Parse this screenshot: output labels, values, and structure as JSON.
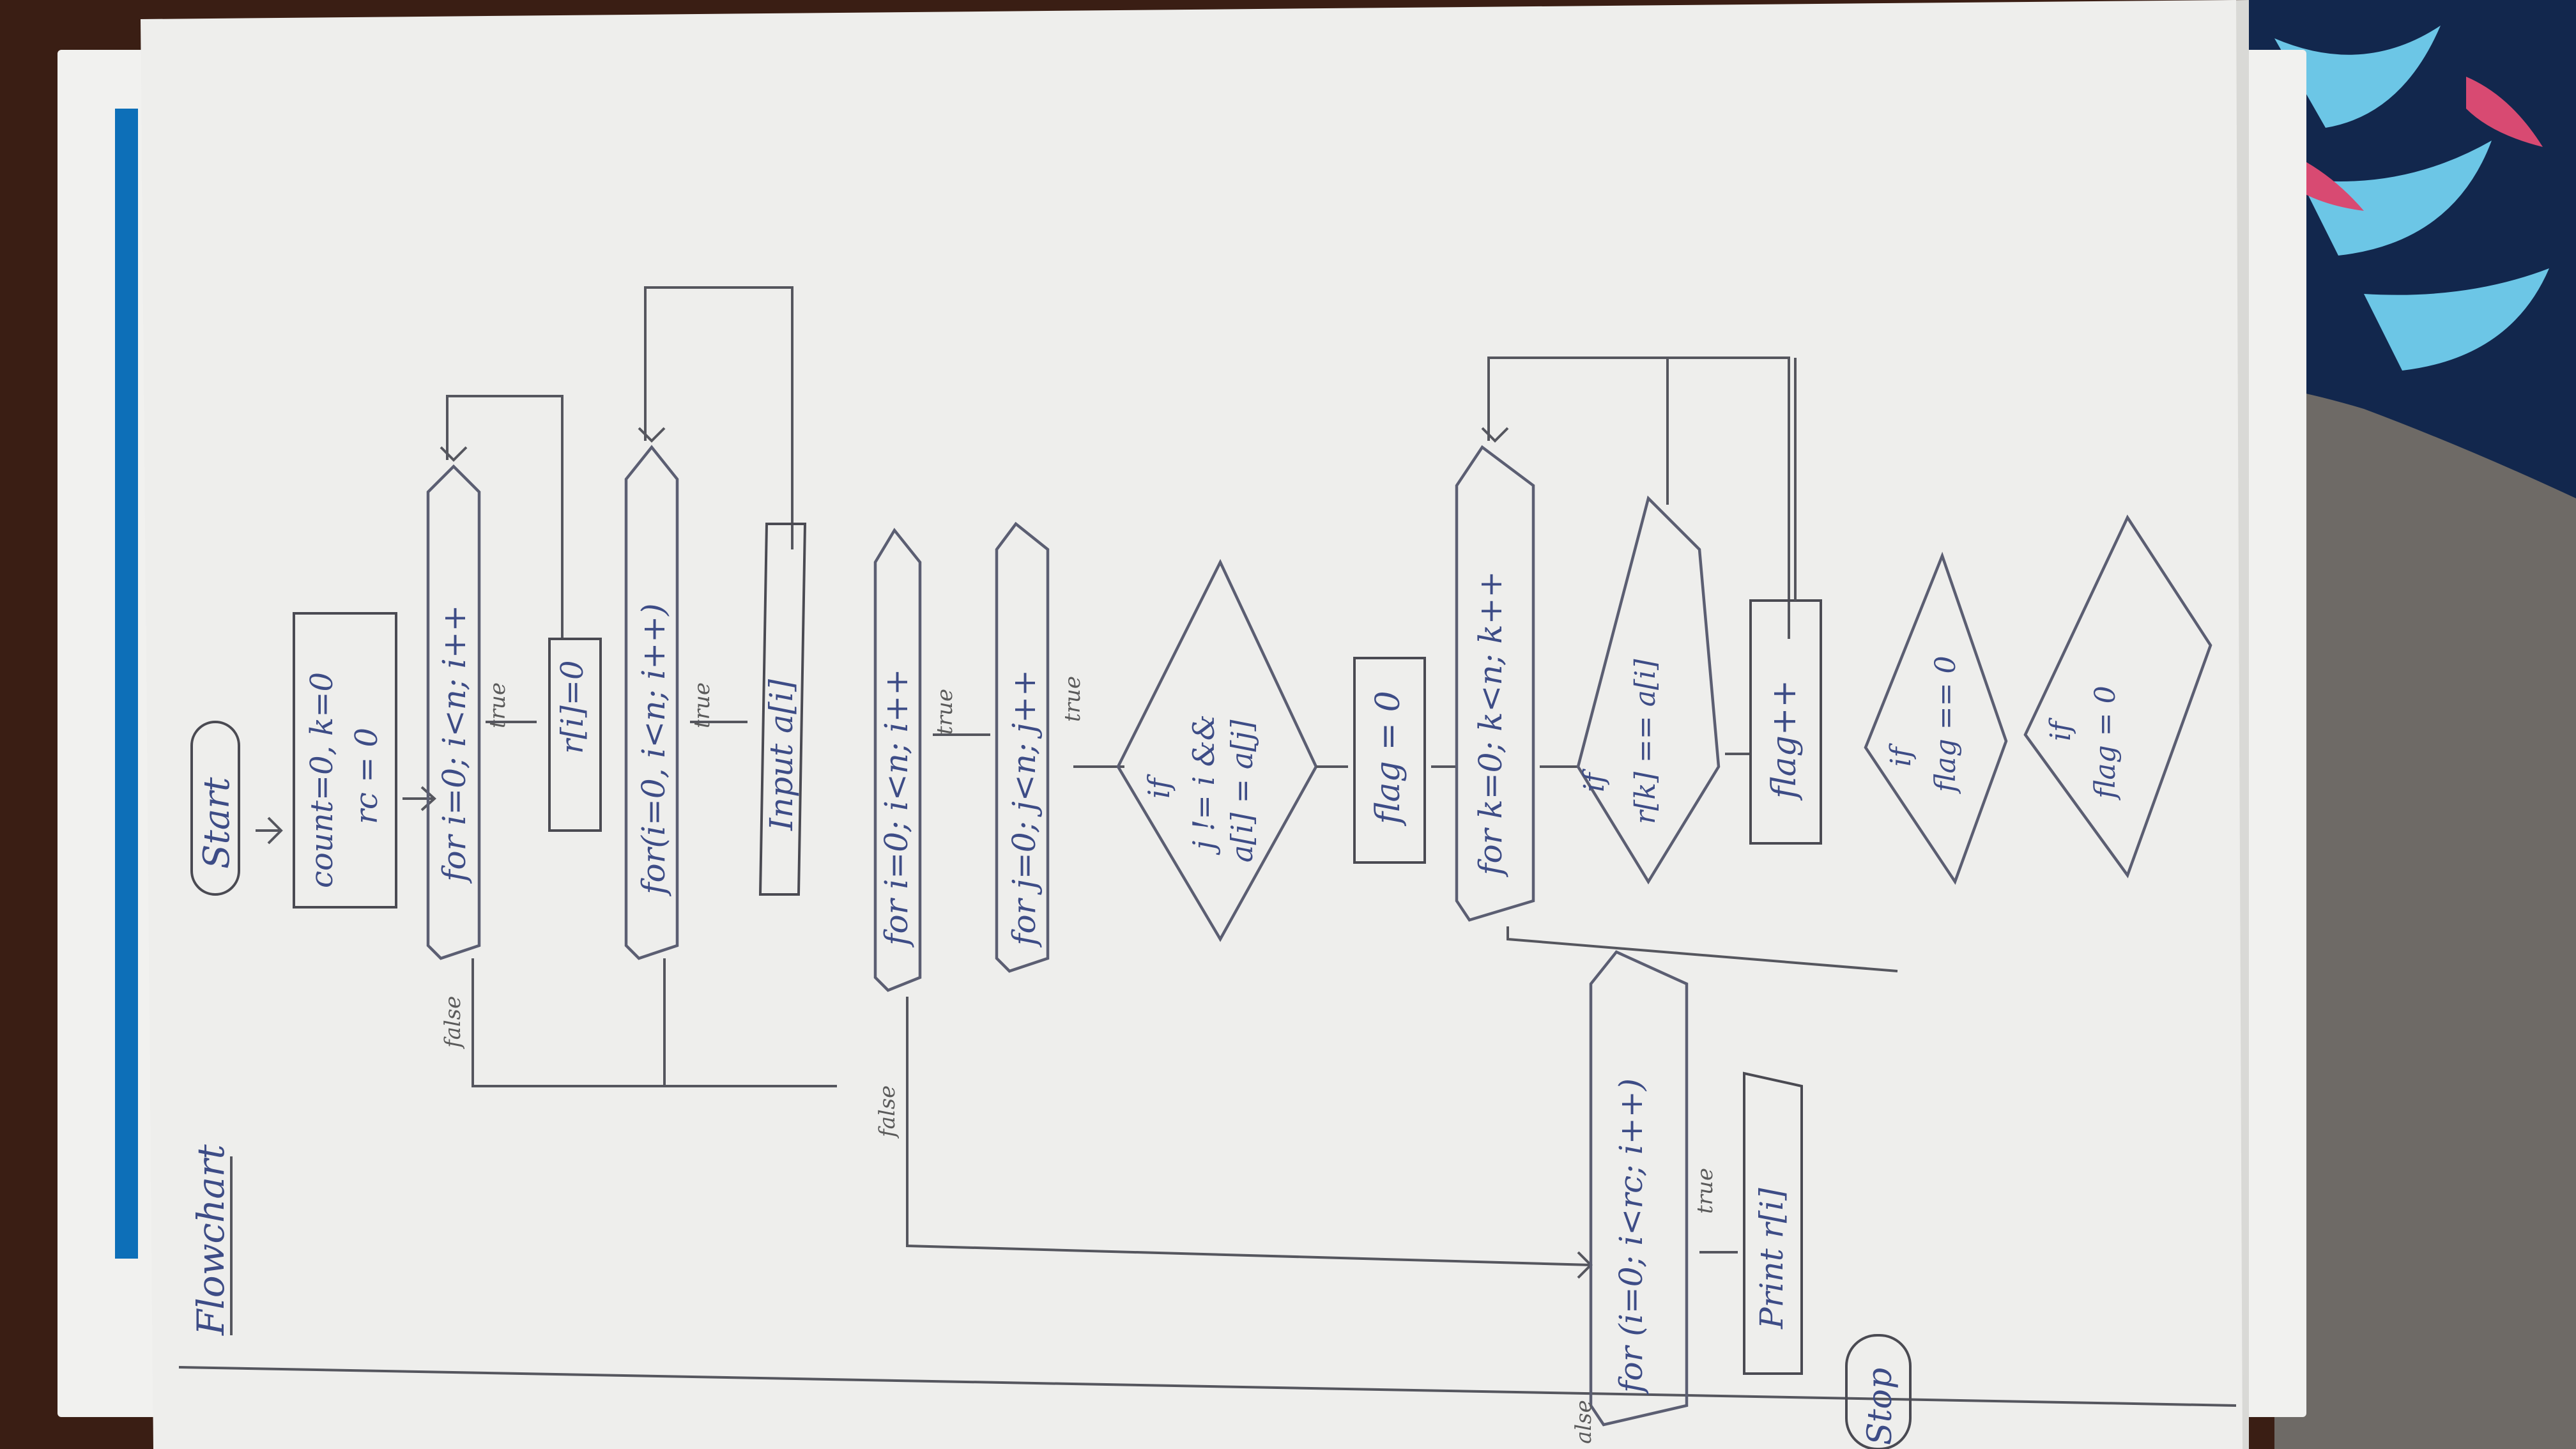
{
  "colors": {
    "wood": "#3a1e14",
    "paper": "#eeeeec",
    "paper_shadow": "#d9d9d6",
    "notebook_cover": "#f1f1ef",
    "notebook_stripe": "#0d6fb8",
    "fabric_dark": "#12274d",
    "fabric_light": "#6cc6e6",
    "fabric_pink": "#d84a72",
    "granite": "#6e6a66",
    "ink": "#3d4c86",
    "pencil": "#55565e"
  },
  "heading": "Flowchart",
  "nodes": {
    "start": "Start",
    "init_line1": "count=0, k=0",
    "init_line2": "rc = 0",
    "loop1": "for i=0; i<n; i++",
    "loop1_body": "r[i]=0",
    "loop2": "for(i=0, i<n; i++)",
    "loop2_body": "Input a[i]",
    "loop3": "for i=0; i<n; i++",
    "loop4": "for j=0; j<n; j++",
    "cond1_if": "if",
    "cond1_l1": "j != i &&",
    "cond1_l2": "a[i] = a[j]",
    "flag_reset": "flag = 0",
    "loop5": "for k=0; k<n; k++",
    "cond2_if": "if",
    "cond2_text": "r[k] == a[i]",
    "flag_inc": "flag++",
    "cond3_if": "if",
    "cond3_text": "flag == 0",
    "cond4_if": "if",
    "cond4_text": "flag = 0",
    "loop6": "for (i=0; i<rc; i++)",
    "loop6_body": "Print r[i]",
    "stop": "Stop"
  },
  "edge_labels": {
    "true_1": "true",
    "true_2": "true",
    "true_3": "true",
    "true_4": "true",
    "true_5": "true",
    "false_1": "false",
    "false_2": "false",
    "false_3": "alse"
  }
}
